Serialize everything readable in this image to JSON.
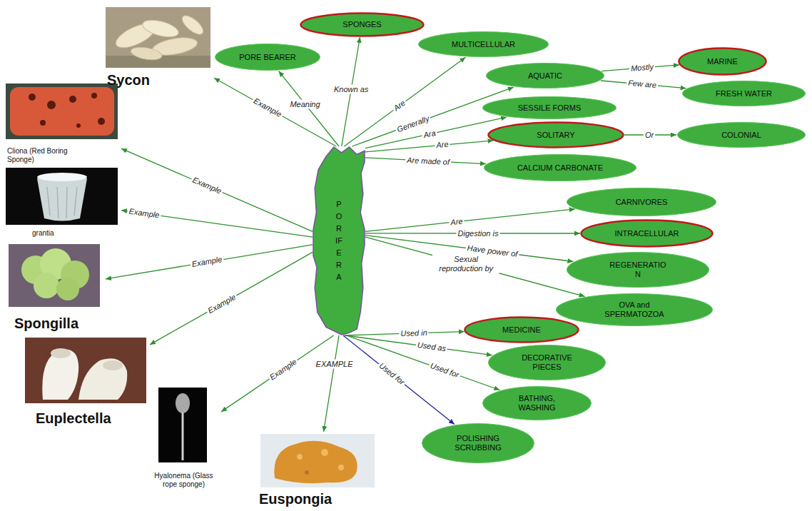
{
  "diagram": {
    "nodes": [
      {
        "text": [
          "PORIFERA"
        ]
      },
      {
        "text": [
          "Sycon"
        ]
      },
      {
        "text": [
          "PORE BEARER"
        ]
      },
      {
        "text": [
          "SPONGES"
        ]
      },
      {
        "text": [
          "MULTICELLULAR"
        ]
      },
      {
        "text": [
          "AQUATIC"
        ]
      },
      {
        "text": [
          "MARINE"
        ]
      },
      {
        "text": [
          "FRESH WATER"
        ]
      },
      {
        "text": [
          "SESSILE FORMS"
        ]
      },
      {
        "text": [
          "SOLITARY"
        ]
      },
      {
        "text": [
          "COLONIAL"
        ]
      },
      {
        "text": [
          "CALCIUM CARBONATE"
        ]
      },
      {
        "text": [
          "Cliona (Red Boring Sponge)"
        ]
      },
      {
        "text": [
          "grantia"
        ]
      },
      {
        "text": [
          "CARNIVORES"
        ]
      },
      {
        "text": [
          "INTRACELLULAR"
        ]
      },
      {
        "text": [
          "REGENERATIO N"
        ]
      },
      {
        "text": [
          "Spongilla"
        ]
      },
      {
        "text": [
          "OVA and SPERMATOZOA"
        ]
      },
      {
        "text": [
          "MEDICINE"
        ]
      },
      {
        "text": [
          "DECORATIVE PIECES"
        ]
      },
      {
        "text": [
          "Euplectella"
        ]
      },
      {
        "text": [
          "BATHING, WASHING"
        ]
      },
      {
        "text": [
          "POLISHING SCRUBBING"
        ]
      },
      {
        "text": [
          "Hyalonema (Glass rope sponge)"
        ]
      },
      {
        "text": [
          "Euspongia"
        ]
      }
    ],
    "edges": [
      {
        "from": 0,
        "to": 1,
        "label": "Example",
        "arrow": "to"
      },
      {
        "from": 0,
        "to": 2,
        "label": "Meaning",
        "arrow": "to"
      },
      {
        "from": 0,
        "to": 3,
        "label": "Known as",
        "arrow": "to"
      },
      {
        "from": 0,
        "to": 4,
        "label": "Are",
        "arrow": "to"
      },
      {
        "from": 0,
        "to": 5,
        "label": "Generally",
        "arrow": "to"
      },
      {
        "from": 5,
        "to": 6,
        "label": "Mostly",
        "arrow": "to"
      },
      {
        "from": 5,
        "to": 7,
        "label": "Few are",
        "arrow": "to"
      },
      {
        "from": 0,
        "to": 8,
        "label": "Ara",
        "arrow": "to"
      },
      {
        "from": 0,
        "to": 9,
        "label": "Are",
        "arrow": "to"
      },
      {
        "from": 9,
        "to": 10,
        "label": "Or",
        "arrow": "to"
      },
      {
        "from": 0,
        "to": 11,
        "label": "Are made of",
        "arrow": "to"
      },
      {
        "from": 0,
        "to": 12,
        "label": "Example",
        "arrow": "to"
      },
      {
        "from": 0,
        "to": 13,
        "label": "Example",
        "arrow": "to"
      },
      {
        "from": 0,
        "to": 17,
        "label": "Example",
        "arrow": "to"
      },
      {
        "from": 0,
        "to": 21,
        "label": "Example",
        "arrow": "to"
      },
      {
        "from": 0,
        "to": 14,
        "label": "Are",
        "arrow": "to"
      },
      {
        "from": 0,
        "to": 15,
        "label": "Digestion is",
        "arrow": "to"
      },
      {
        "from": 0,
        "to": 16,
        "label": "Have power of",
        "arrow": "to"
      },
      {
        "from": 0,
        "to": 18,
        "label": "Sexual reproduction by",
        "arrow": "to"
      },
      {
        "from": 0,
        "to": 19,
        "label": "Used in",
        "arrow": "to"
      },
      {
        "from": 0,
        "to": 20,
        "label": "Used as",
        "arrow": "to"
      },
      {
        "from": 0,
        "to": 22,
        "label": "Used for",
        "arrow": "to"
      },
      {
        "from": 0,
        "to": 23,
        "label": "Used for",
        "arrow": "to"
      },
      {
        "from": 0,
        "to": 24,
        "label": "Example",
        "arrow": "to"
      },
      {
        "from": 0,
        "to": 25,
        "label": "EXAMPLE",
        "arrow": "to"
      }
    ]
  }
}
